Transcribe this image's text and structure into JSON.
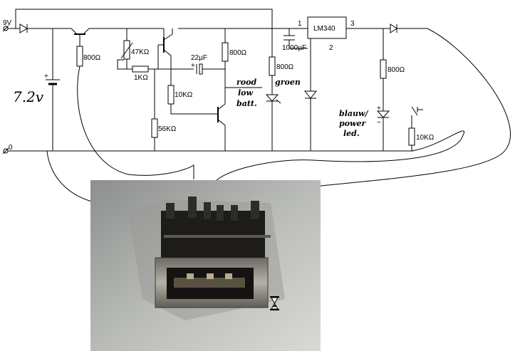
{
  "labels": {
    "vin": "9V",
    "gnd": "0",
    "battery": "7.2v",
    "regulator": "LM340",
    "pin1": "1",
    "pin2": "2",
    "pin3": "3",
    "r_800_1": "800Ω",
    "r_47k": "47KΩ",
    "r_1k": "1KΩ",
    "r_56k": "56KΩ",
    "r_10k_1": "10KΩ",
    "cap_22u": "22µF",
    "r_800_2": "800Ω",
    "r_800_3": "800Ω",
    "cap_1000u": "1000µF",
    "r_800_4": "800Ω",
    "r_10k_2": "10KΩ",
    "led_red_1": "rood",
    "led_red_2": "low",
    "led_red_3": "batt.",
    "led_green": "groen",
    "led_blue_1": "blauw/",
    "led_blue_2": "power",
    "led_blue_3": "led."
  },
  "photo": {
    "subject": "usb-connector-photo",
    "cursor": "hourglass-icon"
  }
}
